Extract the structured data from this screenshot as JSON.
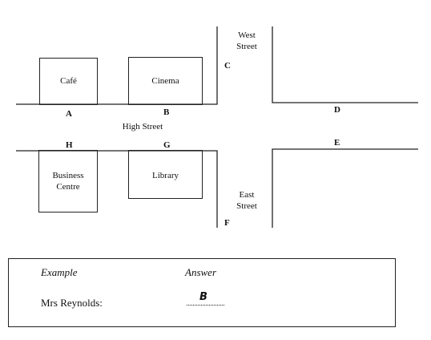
{
  "buildings": {
    "cafe": "Café",
    "cinema": "Cinema",
    "business_centre": "Business\nCentre",
    "library": "Library"
  },
  "streets": {
    "west": "West\nStreet",
    "high": "High Street",
    "east": "East\nStreet"
  },
  "letters": {
    "a": "A",
    "b": "B",
    "c": "C",
    "d": "D",
    "e": "E",
    "f": "F",
    "g": "G",
    "h": "H"
  },
  "answer_box": {
    "example_label": "Example",
    "answer_label": "Answer",
    "question": "Mrs Reynolds:",
    "answer": "B"
  }
}
